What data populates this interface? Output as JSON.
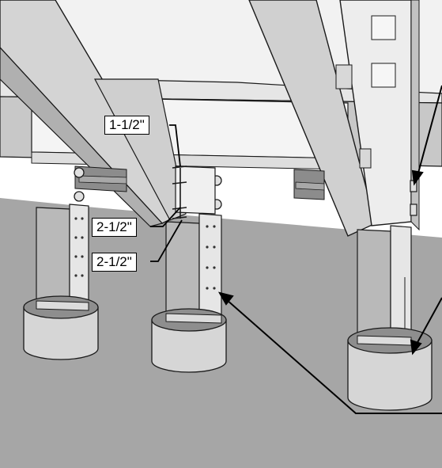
{
  "dimensions": [
    {
      "id": "top",
      "text": "1-1/2\""
    },
    {
      "id": "middle",
      "text": "2-1/2\""
    },
    {
      "id": "bottom",
      "text": "2-1/2\""
    }
  ],
  "colors": {
    "ground": "#a6a6a6",
    "deck_face": "#ececec",
    "deck_shadow": "#bdbdbd",
    "post_light": "#e9e9e9",
    "post_shade": "#b8b8b8",
    "bracket": "#8c8c8c",
    "footing": "#d9d9d9",
    "outline": "#1a1a1a"
  }
}
